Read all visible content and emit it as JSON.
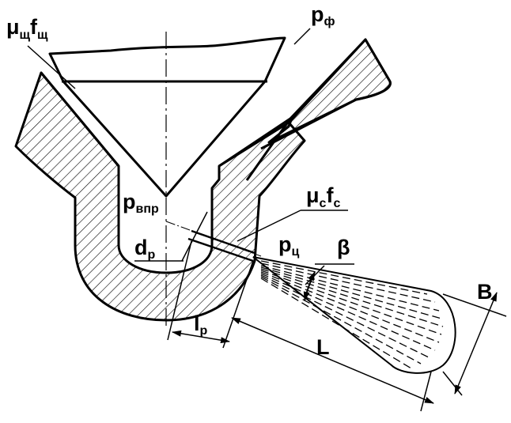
{
  "labels": {
    "mu_sch_f_sch": {
      "main": "μ",
      "sub1": "щ",
      "mid": "f",
      "sub2": "щ"
    },
    "p_f": {
      "main": "p",
      "sub": "ф"
    },
    "p_vpr": {
      "main": "p",
      "sub": "впр"
    },
    "mu_c_f_c": {
      "main": "μ",
      "sub1": "c",
      "mid": "f",
      "sub2": "c"
    },
    "d_p": {
      "main": "d",
      "sub": "р"
    },
    "p_c": {
      "main": "p",
      "sub": "ц"
    },
    "beta": "β",
    "B": "B",
    "L": "L",
    "l_p": {
      "main": "l",
      "sub": "р"
    }
  }
}
